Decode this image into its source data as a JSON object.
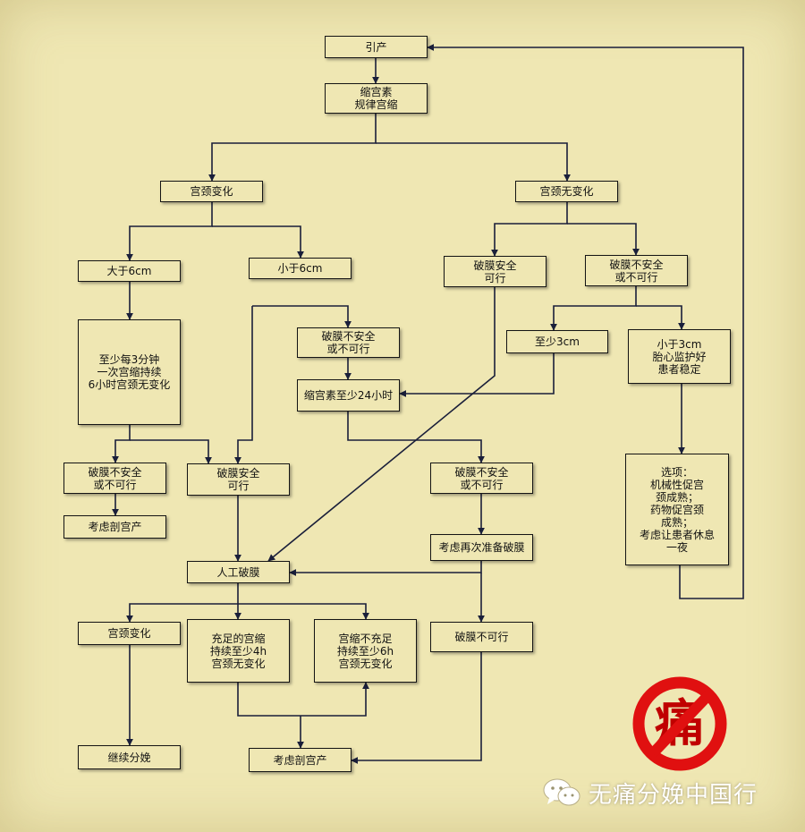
{
  "nodes": {
    "induction": "引产",
    "oxytocin": "缩宫素\n规律宫缩",
    "cervix_change": "宫颈变化",
    "cervix_no_change": "宫颈无变化",
    "gt6": "大于6cm",
    "lt6": "小于6cm",
    "rupture_safe_top": "破膜安全\n可行",
    "rupture_unsafe_top": "破膜不安全\n或不可行",
    "q3min": "至少每3分钟\n一次宫缩持续\n6小时宫颈无变化",
    "rupture_unsafe_mid": "破膜不安全\n或不可行",
    "oxytocin_24h": "缩宫素至少24小时",
    "atleast3cm": "至少3cm",
    "lt3cm": "小于3cm\n胎心监护好\n患者稳定",
    "rupture_unsafe_left": "破膜不安全\n或不可行",
    "rupture_safe_left": "破膜安全\n可行",
    "rupture_unsafe_right": "破膜不安全\n或不可行",
    "cesarean_left": "考虑剖宫产",
    "reprepare": "考虑再次准备破膜",
    "options": "选项：\n机械性促宫\n颈成熟；\n药物促宫颈\n成熟；\n考虑让患者休息\n一夜",
    "amniotomy": "人工破膜",
    "cervix_change_bottom": "宫颈变化",
    "adequate": "充足的宫缩\n持续至少4h\n宫颈无变化",
    "inadequate": "宫缩不充足\n持续至少6h\n宫颈无变化",
    "rupture_impossible": "破膜不可行",
    "continue_delivery": "继续分娩",
    "cesarean_bottom": "考虑剖宫产"
  },
  "logo": {
    "glyph": "痛",
    "ring_color": "#e01010",
    "glyph_color": "#c00000"
  },
  "watermark": {
    "icon": "wechat-icon",
    "text": "无痛分娩中国行"
  },
  "colors": {
    "background": "#efe7b3",
    "line": "#1a1f3a",
    "box_border": "#141414"
  }
}
